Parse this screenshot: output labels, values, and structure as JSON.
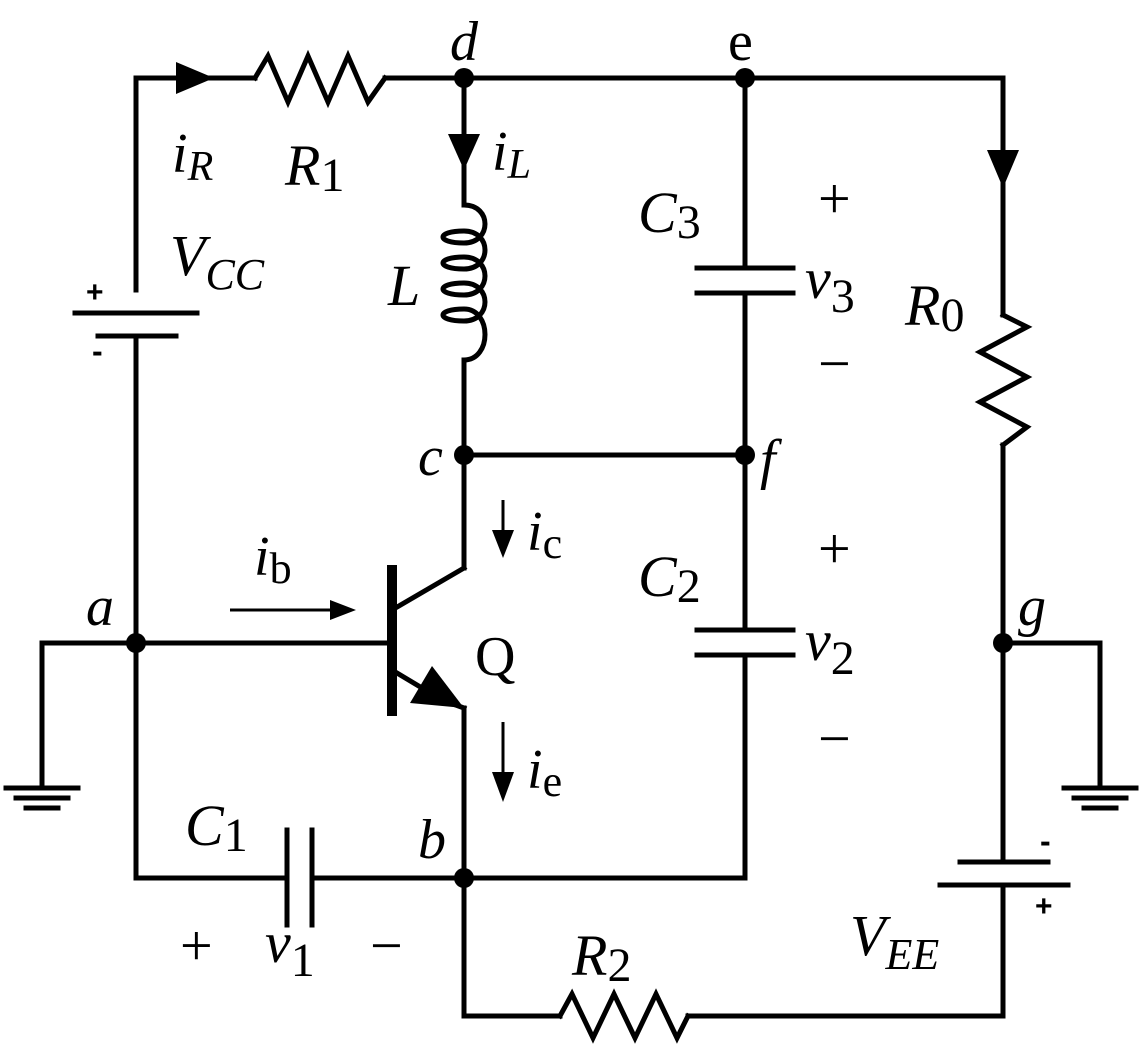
{
  "nodes": {
    "a": "a",
    "b": "b",
    "c": "c",
    "d": "d",
    "e": "e",
    "f": "f",
    "g": "g"
  },
  "components": {
    "R1": {
      "main": "R",
      "sub": "1"
    },
    "R2": {
      "main": "R",
      "sub": "2"
    },
    "R0": {
      "main": "R",
      "sub": "0"
    },
    "C1": {
      "main": "C",
      "sub": "1"
    },
    "C2": {
      "main": "C",
      "sub": "2"
    },
    "C3": {
      "main": "C",
      "sub": "3"
    },
    "L": "L",
    "Q": "Q",
    "VCC": {
      "main": "V",
      "sub": "CC"
    },
    "VEE": {
      "main": "V",
      "sub": "EE"
    }
  },
  "currents": {
    "iR": {
      "main": "i",
      "sub": "R"
    },
    "iL": {
      "main": "i",
      "sub": "L"
    },
    "ib": {
      "main": "i",
      "sub": "b"
    },
    "ic": {
      "main": "i",
      "sub": "c"
    },
    "ie": {
      "main": "i",
      "sub": "e"
    }
  },
  "voltages": {
    "v1": {
      "main": "v",
      "sub": "1",
      "plus": "+",
      "minus": "−"
    },
    "v2": {
      "main": "v",
      "sub": "2",
      "plus": "+",
      "minus": "−"
    },
    "v3": {
      "main": "v",
      "sub": "3",
      "plus": "+",
      "minus": "−"
    }
  },
  "battery_signs": {
    "plus": "+",
    "minus": "-"
  }
}
